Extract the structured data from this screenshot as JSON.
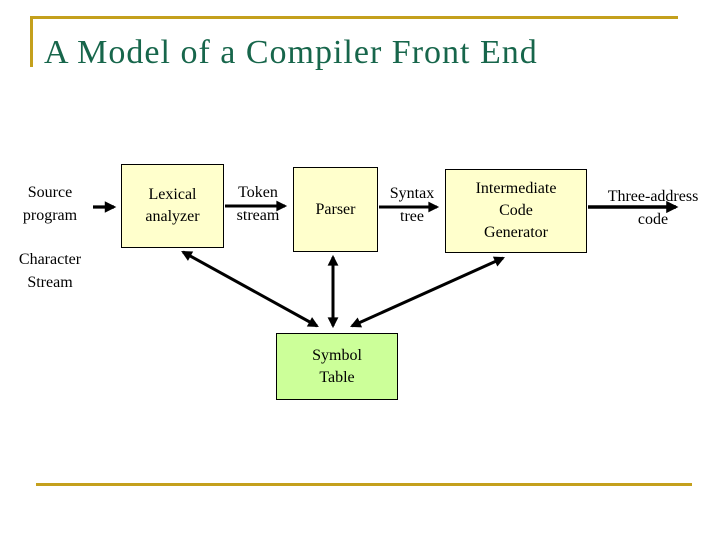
{
  "slide": {
    "title": "A Model of a Compiler Front End",
    "title_color": "#17664B",
    "accent_gold": "#C4A01C",
    "background": "#FFFFFF"
  },
  "diagram": {
    "arrow_color": "#000000",
    "labels": {
      "source_program": "Source\nprogram",
      "character_stream": "Character\nStream",
      "token_stream": "Token\nstream",
      "syntax_tree": "Syntax\ntree",
      "three_address_code": "Three-address\ncode"
    },
    "boxes": {
      "lexical_analyzer": {
        "label": "Lexical\nanalyzer",
        "fill": "#FFFFCC",
        "border": "#000000"
      },
      "parser": {
        "label": "Parser",
        "fill": "#FFFFCC",
        "border": "#000000"
      },
      "intermediate_code_generator": {
        "label": "Intermediate\nCode\nGenerator",
        "fill": "#FFFFCC",
        "border": "#000000"
      },
      "symbol_table": {
        "label": "Symbol\nTable",
        "fill": "#CCFF99",
        "border": "#000000"
      }
    }
  }
}
